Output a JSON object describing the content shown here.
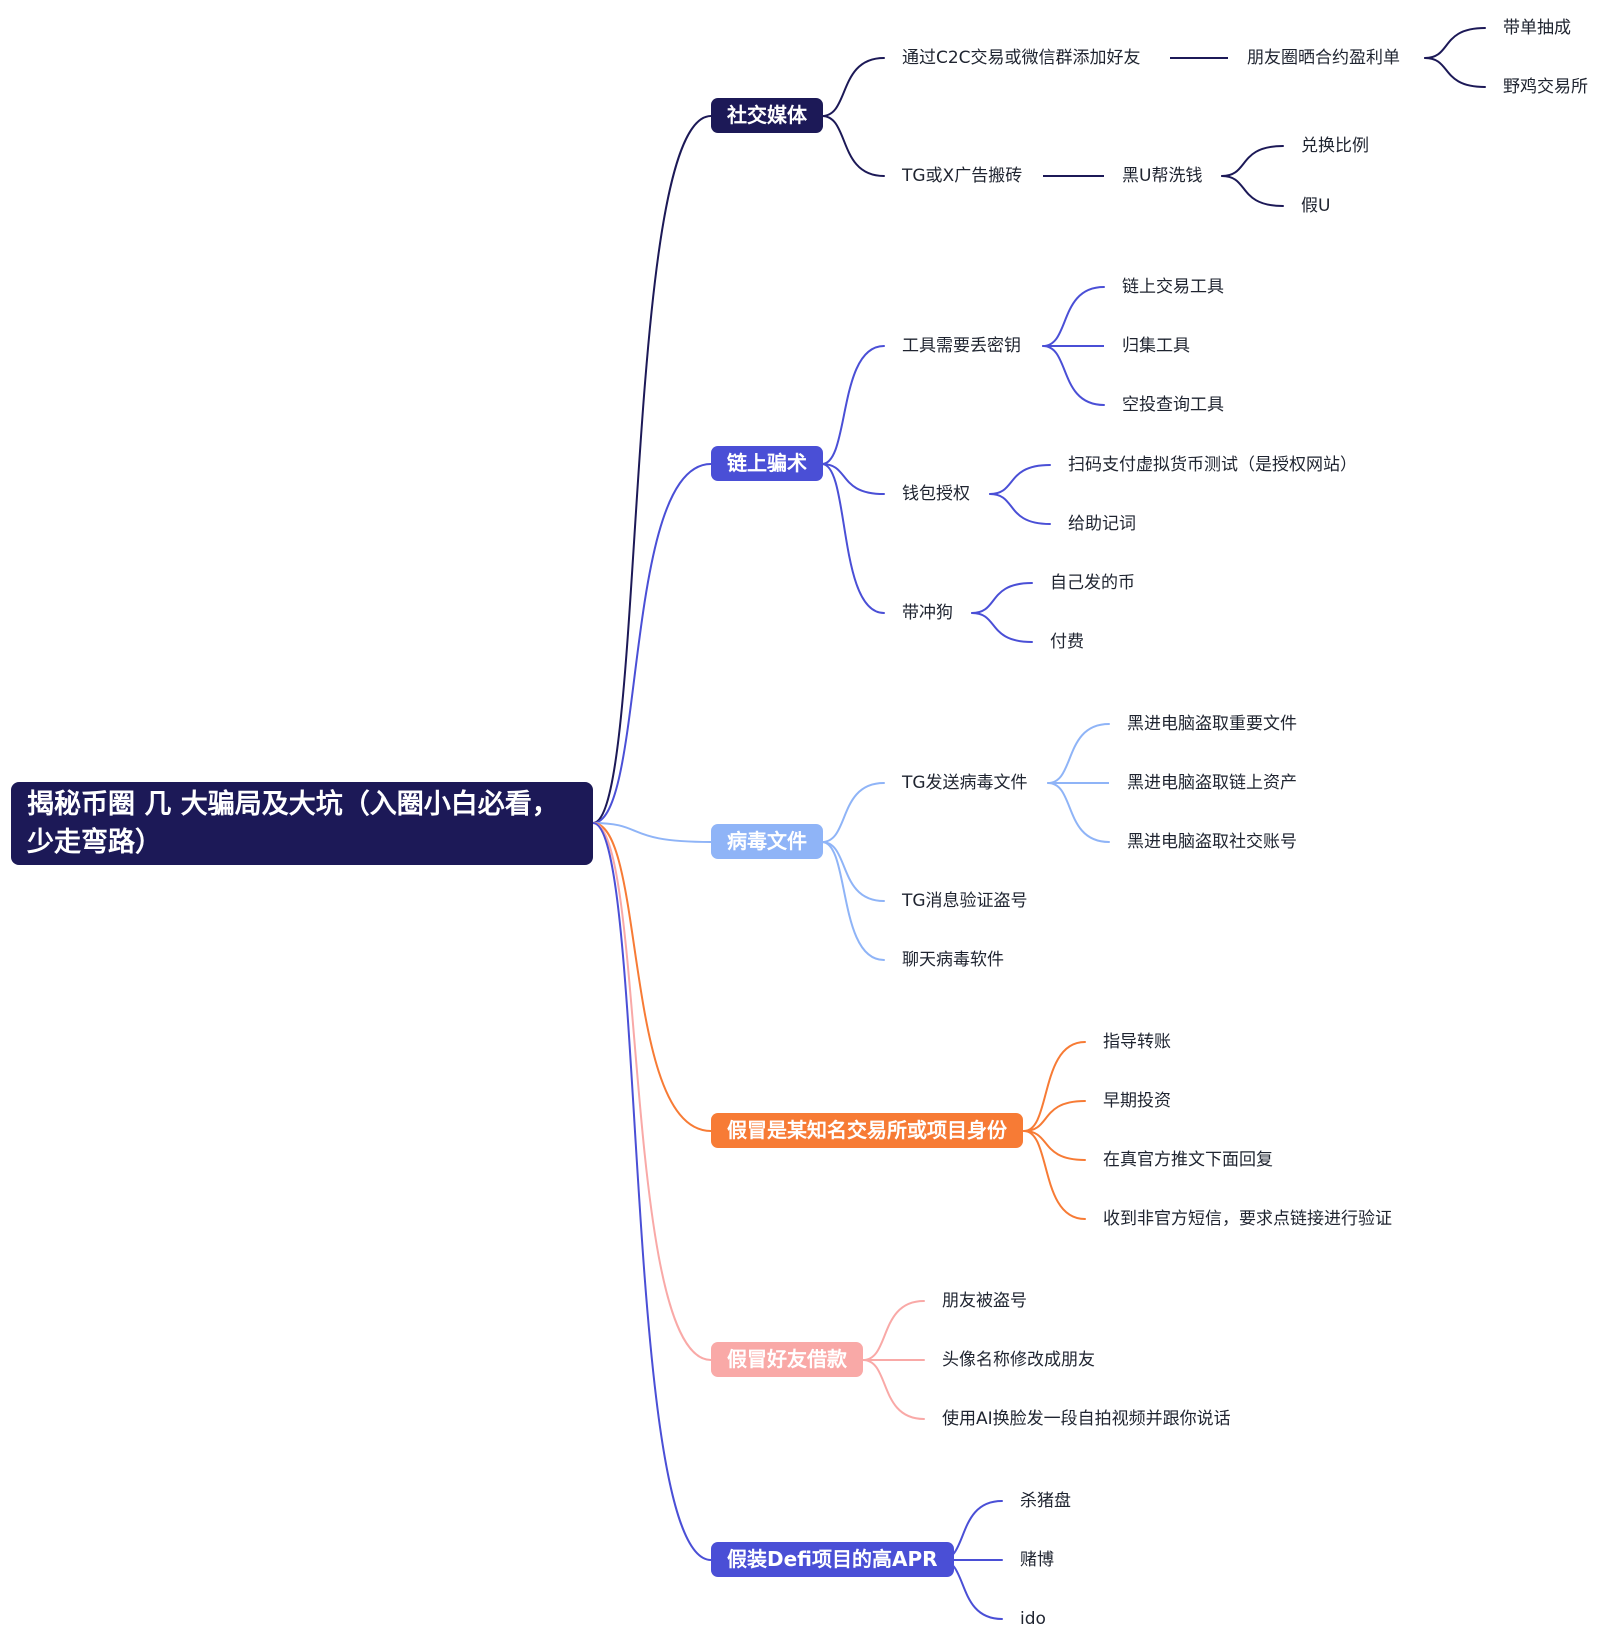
{
  "root": {
    "label": "揭秘币圈 几 大骗局及大坑（入圈小白必看，少走弯路）"
  },
  "colors": {
    "root": "#1c1957",
    "social": "#1c1957",
    "onchain": "#4a4fd6",
    "virus": "#8fb4f7",
    "impersonate_exchange": "#f77b35",
    "impersonate_friend": "#f9a9a7",
    "defi": "#4a4fd6"
  },
  "branches": [
    {
      "label": "社交媒体",
      "children": [
        {
          "label": "通过C2C交易或微信群添加好友",
          "children": [
            {
              "label": "朋友圈晒合约盈利单",
              "children": [
                {
                  "label": "带单抽成"
                },
                {
                  "label": "野鸡交易所"
                }
              ]
            }
          ]
        },
        {
          "label": "TG或X广告搬砖",
          "children": [
            {
              "label": "黑U帮洗钱",
              "children": [
                {
                  "label": "兑换比例"
                },
                {
                  "label": "假U"
                }
              ]
            }
          ]
        }
      ]
    },
    {
      "label": "链上骗术",
      "children": [
        {
          "label": "工具需要丢密钥",
          "children": [
            {
              "label": "链上交易工具"
            },
            {
              "label": "归集工具"
            },
            {
              "label": "空投查询工具"
            }
          ]
        },
        {
          "label": "钱包授权",
          "children": [
            {
              "label": "扫码支付虚拟货币测试（是授权网站）"
            },
            {
              "label": "给助记词"
            }
          ]
        },
        {
          "label": "带冲狗",
          "children": [
            {
              "label": "自己发的币"
            },
            {
              "label": "付费"
            }
          ]
        }
      ]
    },
    {
      "label": "病毒文件",
      "children": [
        {
          "label": "TG发送病毒文件",
          "children": [
            {
              "label": "黑进电脑盗取重要文件"
            },
            {
              "label": "黑进电脑盗取链上资产"
            },
            {
              "label": "黑进电脑盗取社交账号"
            }
          ]
        },
        {
          "label": "TG消息验证盗号"
        },
        {
          "label": "聊天病毒软件"
        }
      ]
    },
    {
      "label": "假冒是某知名交易所或项目身份",
      "children": [
        {
          "label": "指导转账"
        },
        {
          "label": "早期投资"
        },
        {
          "label": "在真官方推文下面回复"
        },
        {
          "label": "收到非官方短信，要求点链接进行验证"
        }
      ]
    },
    {
      "label": "假冒好友借款",
      "children": [
        {
          "label": "朋友被盗号"
        },
        {
          "label": "头像名称修改成朋友"
        },
        {
          "label": "使用AI换脸发一段自拍视频并跟你说话"
        }
      ]
    },
    {
      "label": "假装Defi项目的高APR",
      "children": [
        {
          "label": "杀猪盘"
        },
        {
          "label": "赌博"
        },
        {
          "label": "ido"
        }
      ]
    }
  ]
}
